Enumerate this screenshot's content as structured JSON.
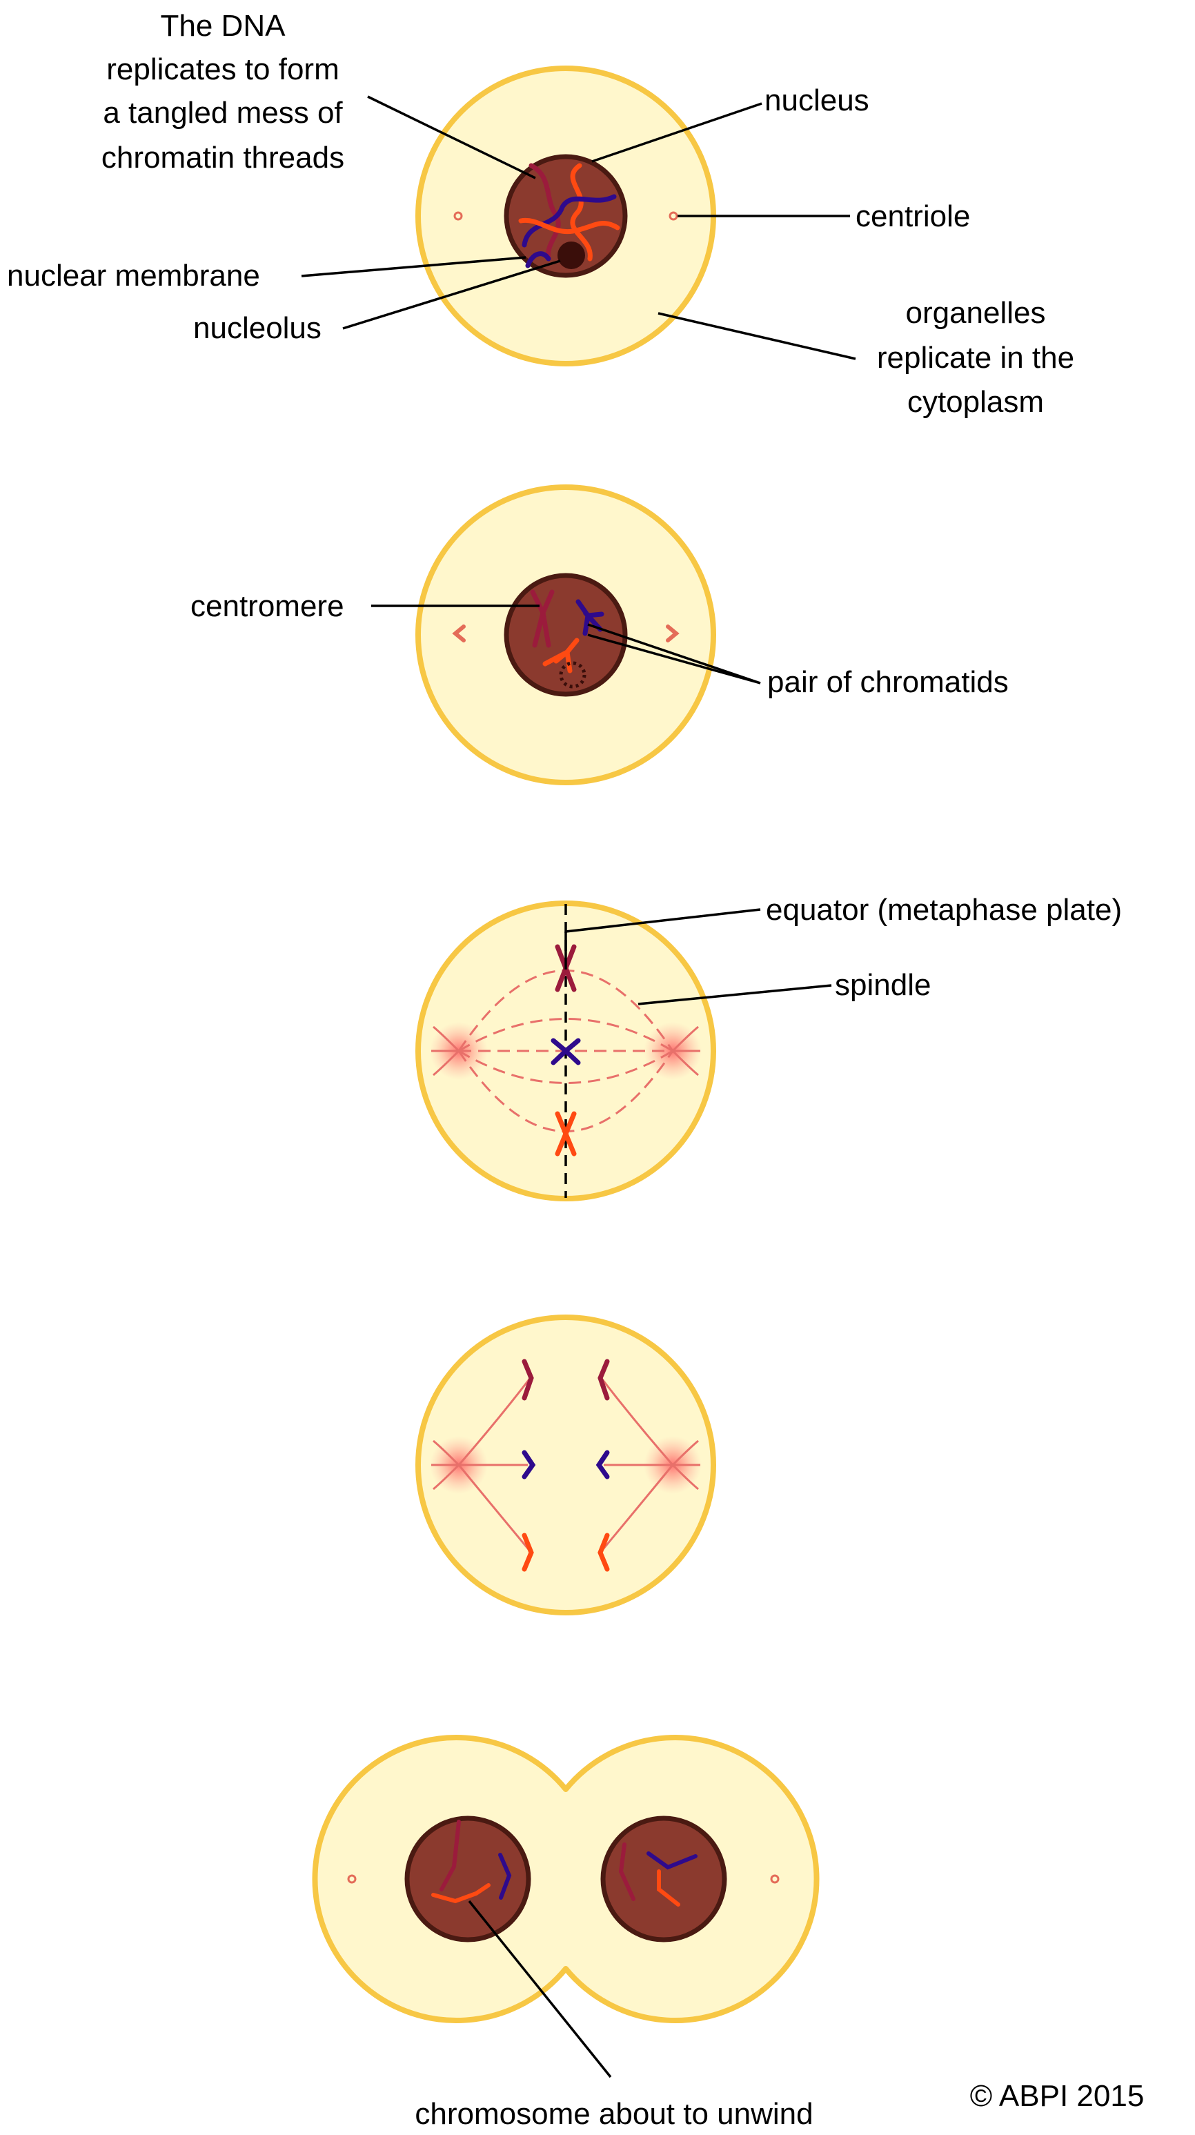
{
  "colors": {
    "cell_fill": "#FFF7CC",
    "cell_outline": "#F7C744",
    "nucleus_fill": "#8B3A2E",
    "nucleus_outline": "#4A1A12",
    "chromosome_crimson": "#9B1B3C",
    "chromosome_indigo": "#2E0A8C",
    "chromosome_orange": "#FF4A12",
    "spindle": "#E8706A",
    "centriole": "#E46C58"
  },
  "labels": {
    "dna_line1": "The DNA",
    "dna_line2": "replicates to form",
    "dna_line3": "a tangled mess of",
    "dna_line4": "chromatin threads",
    "nucleus": "nucleus",
    "centriole": "centriole",
    "nuclear_membrane": "nuclear membrane",
    "nucleolus": "nucleolus",
    "organelles_line1": "organelles",
    "organelles_line2": "replicate in the",
    "organelles_line3": "cytoplasm",
    "centromere": "centromere",
    "pair_of_chromatids": "pair of chromatids",
    "equator": "equator (metaphase plate)",
    "spindle": "spindle",
    "chromosome_unwind": "chromosome about to unwind",
    "copyright": "© ABPI 2015"
  }
}
